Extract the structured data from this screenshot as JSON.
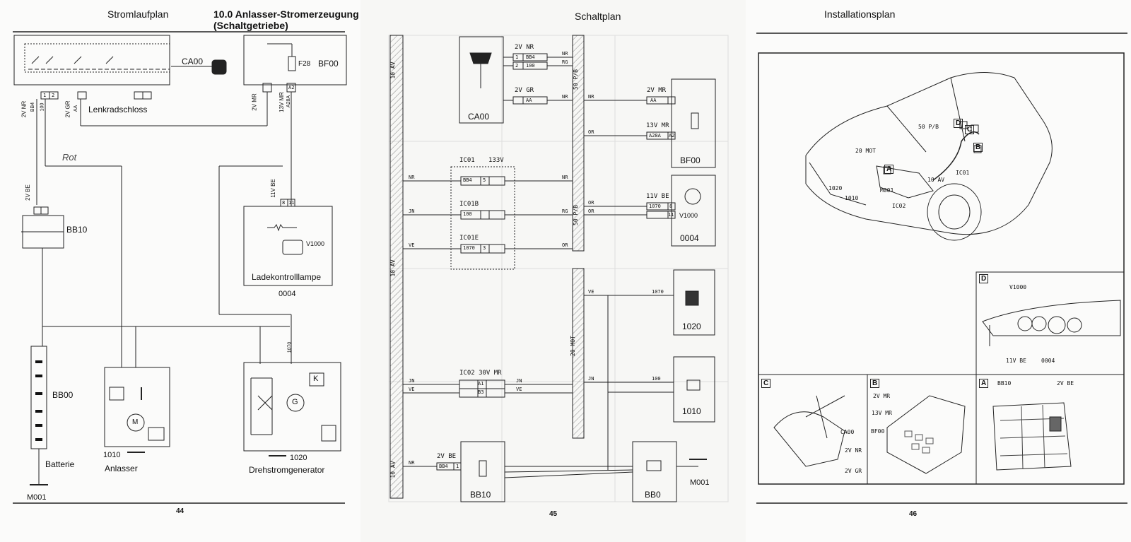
{
  "page1": {
    "header": "Stromlaufplan",
    "title": "10.0 Anlasser-Stromerzeugung (Schaltgetriebe)",
    "page_number": "44",
    "components": {
      "ca00": "CA00",
      "lenkradschloss": "Lenkradschloss",
      "bf00": "BF00",
      "f28": "F28",
      "bb10": "BB10",
      "v1000": "V1000",
      "ladekontrolllampe": "Ladekontrolllampe",
      "code_0004": "0004",
      "bb00": "BB00",
      "batterie": "Batterie",
      "m001": "M001",
      "code_1010": "1010",
      "anlasser": "Anlasser",
      "code_1020": "1020",
      "drehstromgenerator": "Drehstromgenerator",
      "g": "G",
      "k": "K",
      "m": "M"
    },
    "wire_labels": {
      "w2vnr": "2V NR",
      "w2vgr": "2V GR",
      "w2vmr": "2V MR",
      "w13vmr": "13V MR",
      "w11vbe": "11V BE",
      "w2vbe": "2V BE",
      "bb4": "BB4",
      "w100": "100",
      "aa": "AA",
      "a28a": "A28A",
      "w1070": "1070",
      "pin1": "1",
      "pin2": "2",
      "pin8": "8",
      "pin11": "11",
      "pinA2": "A2"
    }
  },
  "page2": {
    "header": "Schaltplan",
    "page_number": "45",
    "bus": {
      "av10": "10 AV",
      "pb50": "50 P/B",
      "mot20": "20 MOT"
    },
    "components": {
      "ca00": "CA00",
      "bf00": "BF00",
      "v1000": "V1000",
      "code_0004": "0004",
      "code_1020": "1020",
      "code_1010": "1010",
      "bb10": "BB10",
      "bb0": "BB0",
      "m001": "M001"
    },
    "connectors": {
      "c2vnr": "2V NR",
      "c2vgr": "2V GR",
      "c2vmr": "2V MR",
      "c13vmr": "13V MR",
      "c11vbe": "11V BE",
      "c2vbe": "2V BE",
      "ic01": "IC01",
      "v133": "133V",
      "ic01b": "IC01B",
      "ic01e": "IC01E",
      "ic02": "IC02 30V MR"
    },
    "pins": {
      "bb4": "BB4",
      "p100": "100",
      "aa": "AA",
      "a28a": "A28A",
      "p1070": "1070",
      "n1": "1",
      "n2": "2",
      "n3": "3",
      "n5": "5",
      "n8": "8",
      "n11": "11",
      "a1": "A1",
      "a2": "A2",
      "b3": "B3"
    },
    "wire_colors": {
      "nr": "NR",
      "rg": "RG",
      "or": "OR",
      "jn": "JN",
      "ve": "VE"
    }
  },
  "page3": {
    "header": "Installationsplan",
    "page_number": "46",
    "overview": {
      "pb50": "50 P/B",
      "mot20": "20 MOT",
      "av10": "10 AV",
      "ic01": "IC01",
      "ic02": "IC02",
      "m001": "M001",
      "c1020": "1020",
      "c1010": "1010",
      "A": "A",
      "B": "B",
      "C": "C",
      "D": "D"
    },
    "detail_d": {
      "letter": "D",
      "v1000": "V1000",
      "c11vbe": "11V BE",
      "c0004": "0004"
    },
    "detail_c": {
      "letter": "C",
      "ca00": "CA00",
      "c2vnr": "2V NR",
      "c2vgr": "2V GR"
    },
    "detail_b": {
      "letter": "B",
      "c2vmr": "2V MR",
      "c13vmr": "13V MR",
      "bf00": "BF00"
    },
    "detail_a": {
      "letter": "A",
      "bb10": "BB10",
      "c2vbe": "2V BE"
    }
  },
  "annotations": {
    "rot": "Rot"
  }
}
